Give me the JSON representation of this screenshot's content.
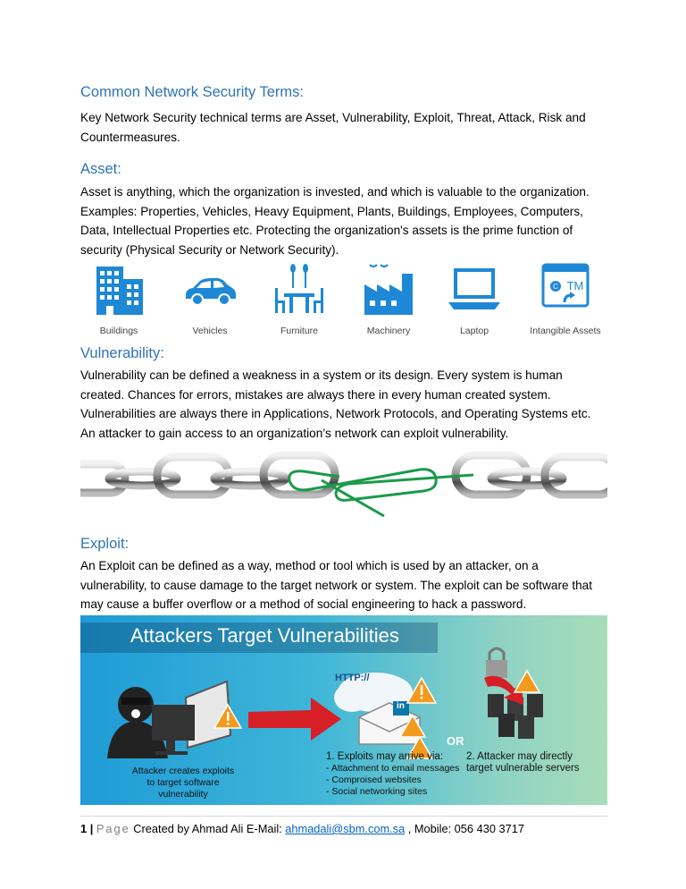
{
  "heading_main": "Common Network Security Terms:",
  "intro": "Key Network Security technical terms are Asset, Vulnerability, Exploit, Threat, Attack, Risk and Countermeasures.",
  "asset": {
    "heading": "Asset:",
    "text": "Asset is anything, which the organization is invested, and which is valuable to the organization. Examples: Properties, Vehicles, Heavy Equipment, Plants, Buildings, Employees, Computers, Data, Intellectual Properties etc. Protecting the organization's assets is the prime function of security (Physical Security or Network Security).",
    "icons": {
      "buildings": "Buildings",
      "vehicles": "Vehicles",
      "furniture": "Furniture",
      "machinery": "Machinery",
      "laptop": "Laptop",
      "intangible": "Intangible Assets",
      "tm_text": "TM",
      "c_text": "C"
    },
    "icon_color": "#1e88d6"
  },
  "vulnerability": {
    "heading": "Vulnerability:",
    "text": "Vulnerability can be defined a weakness in a system or its design. Every system is human created. Chances for errors, mistakes are always there in every human created system. Vulnerabilities are always there in Applications, Network Protocols, and Operating Systems etc. An attacker to gain access to an organization’s network can exploit vulnerability."
  },
  "exploit": {
    "heading": "Exploit:",
    "text": "An Exploit can be defined as a way, method or tool which is used by an attacker, on a vulnerability, to cause damage to the target network or system. The exploit can be software that may cause a buffer overflow or a method of social engineering to hack a password.",
    "banner": {
      "title": "Attackers Target Vulnerabilities",
      "attacker_caption": [
        "Attacker creates exploits",
        "to target software",
        "vulnerability"
      ],
      "http_text": "HTTP://",
      "in_text": "in",
      "or_text": "OR",
      "exploits_heading": "1. Exploits may arrive  via:",
      "exploits_items": [
        "- Attachment to email messages",
        "- Comproised websites",
        "- Social networking sites"
      ],
      "direct_caption": [
        "2. Attacker may directly",
        "target vulnerable servers"
      ]
    }
  },
  "footer": {
    "page_number": "1",
    "separator": "|",
    "page_label": "Page",
    "created": "Created by Ahmad Ali E-Mail:",
    "email": "ahmadali@sbm.com.sa",
    "mobile": ", Mobile: 056 430 3717"
  }
}
